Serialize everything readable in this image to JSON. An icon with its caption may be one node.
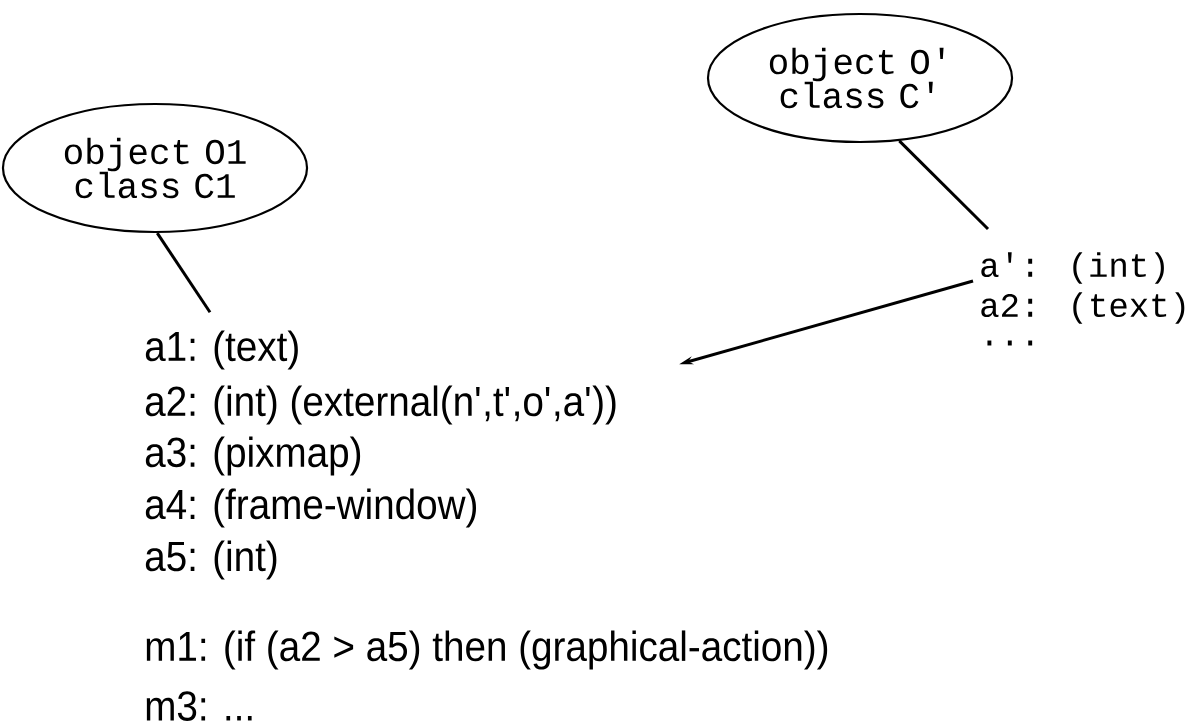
{
  "diagram": {
    "nodes": [
      {
        "text": [
          "object O1 class C1"
        ]
      },
      {
        "text": [
          "object O' class C'"
        ]
      },
      {
        "text": [
          "a1: (text)"
        ]
      },
      {
        "text": [
          "a2: (int) (external(n',t',o',a'))"
        ]
      },
      {
        "text": [
          "a3: (pixmap)"
        ]
      },
      {
        "text": [
          "a4: (frame-window)"
        ]
      },
      {
        "text": [
          "a5: (int)"
        ]
      },
      {
        "text": [
          "m1: (if (a2 > a5) then (graphical-action))"
        ]
      },
      {
        "text": [
          "m3: ..."
        ]
      },
      {
        "text": [
          "a': (int)"
        ]
      },
      {
        "text": [
          "a2: (text)"
        ]
      },
      {
        "text": [
          "..."
        ]
      }
    ],
    "edges": [
      {
        "from": 0,
        "to": 2,
        "arrow": "none"
      },
      {
        "from": 1,
        "to": 9,
        "arrow": "none"
      },
      {
        "from": 9,
        "to": 3,
        "arrow": "to"
      }
    ]
  }
}
